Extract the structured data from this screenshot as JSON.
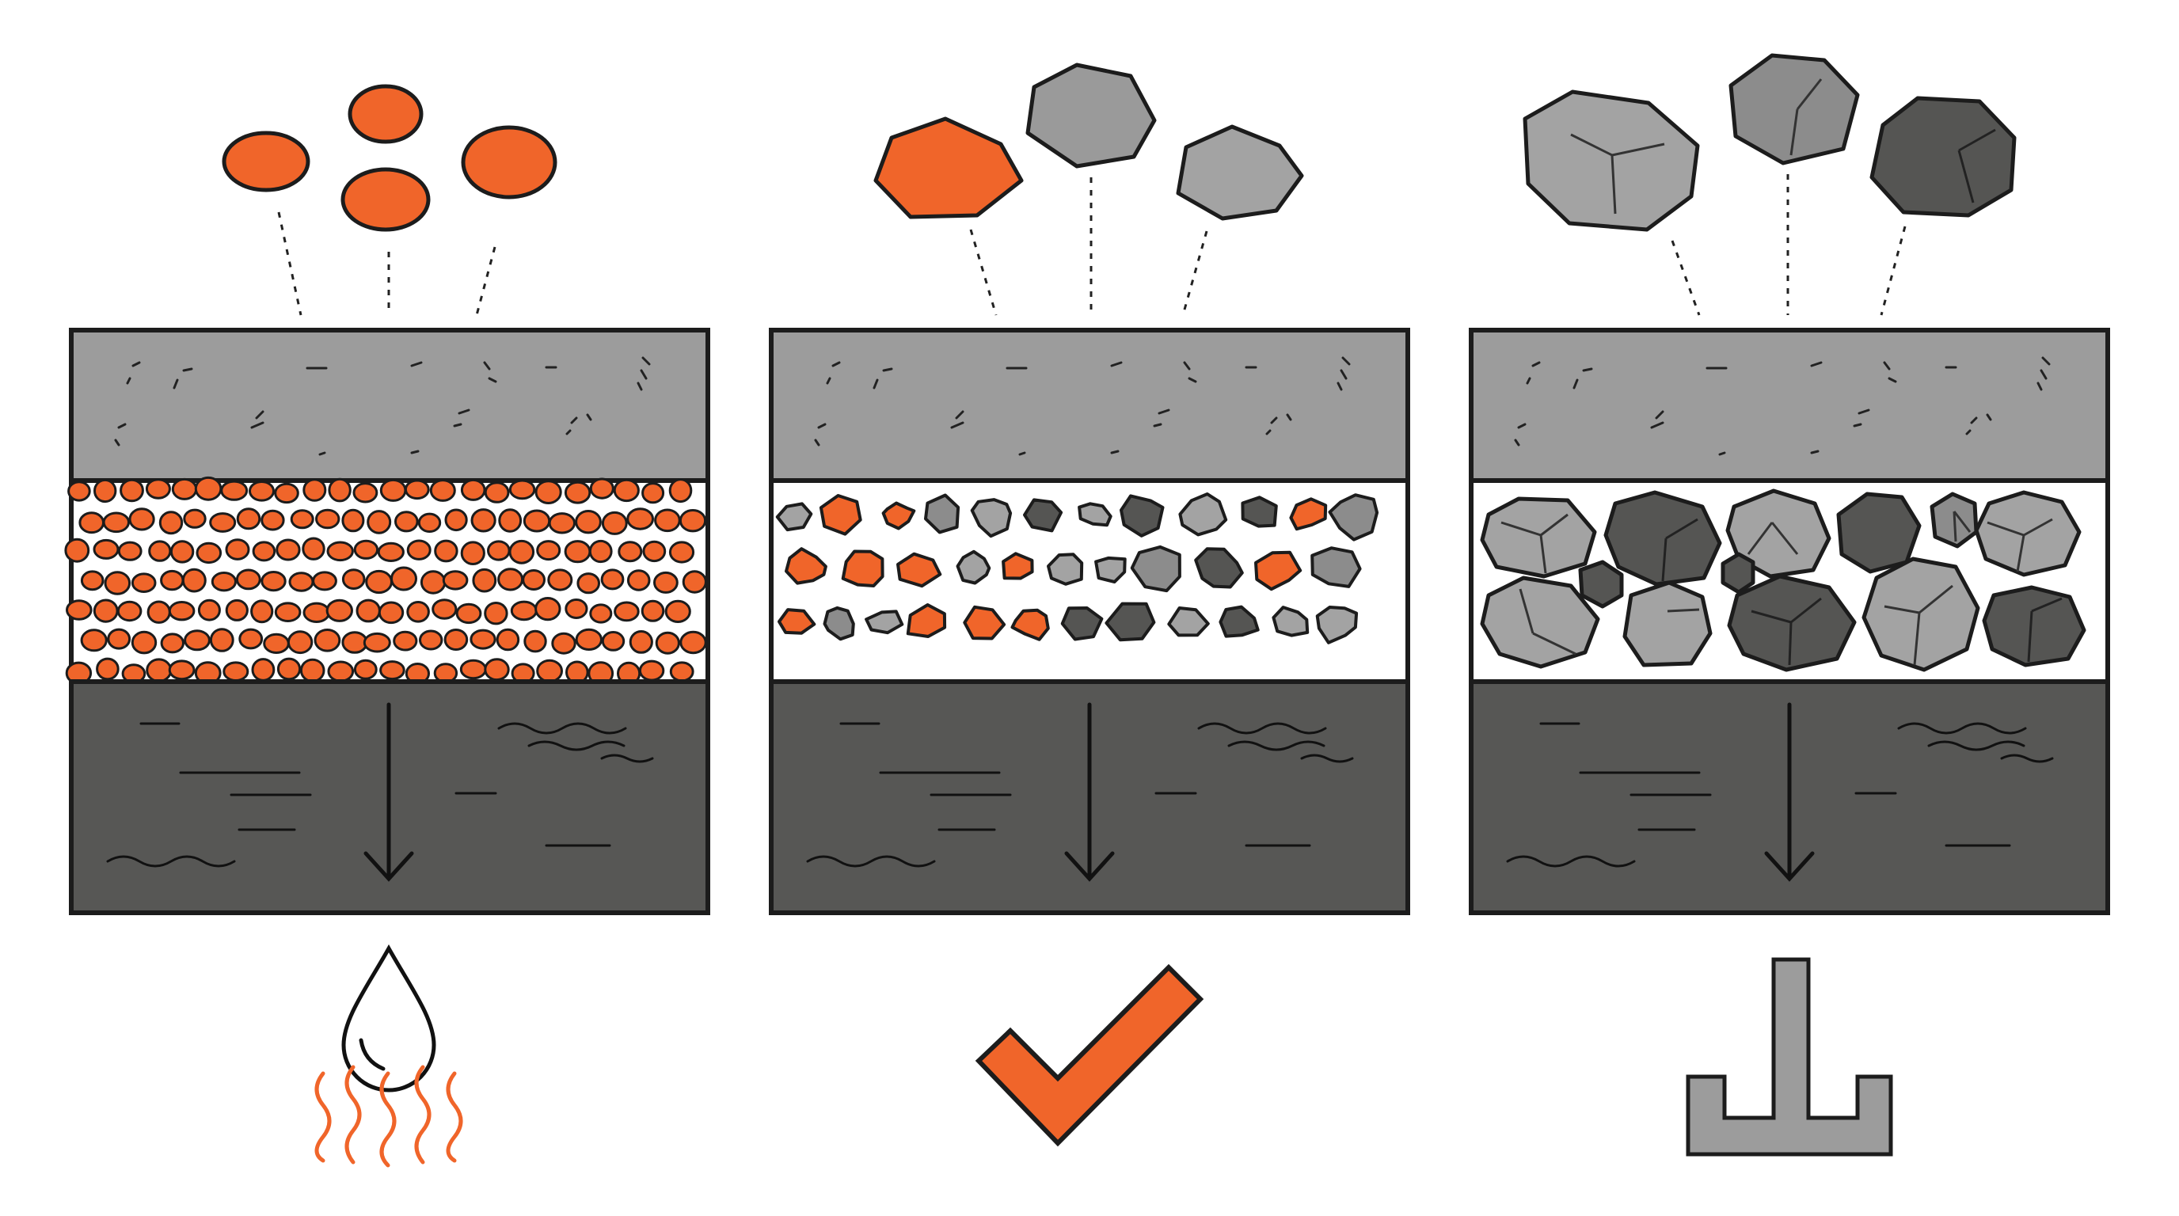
{
  "colors": {
    "orange": "#f0652a",
    "light_gray": "#a3a3a3",
    "mid_gray": "#8c8c8c",
    "dark_gray": "#555553",
    "top_layer": "#9c9c9c",
    "bottom_layer": "#575755",
    "outline": "#1c1c1c",
    "background": "#ffffff"
  },
  "panels": [
    {
      "id": "fine",
      "aggregate": "fine-round",
      "aggregate_colors": [
        "orange"
      ],
      "outcome_icon": "droplet-heat-icon",
      "flow_icon": "arrow-down-icon"
    },
    {
      "id": "mixed",
      "aggregate": "medium-angular",
      "aggregate_colors": [
        "orange",
        "light_gray",
        "dark_gray"
      ],
      "outcome_icon": "checkmark-icon",
      "flow_icon": "arrow-down-icon"
    },
    {
      "id": "coarse",
      "aggregate": "coarse-angular",
      "aggregate_colors": [
        "light_gray",
        "dark_gray"
      ],
      "outcome_icon": "settlement-icon",
      "flow_icon": "arrow-down-icon"
    }
  ]
}
